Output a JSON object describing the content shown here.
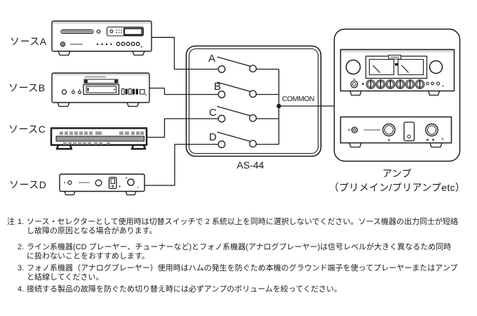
{
  "page": {
    "background": "#ffffff",
    "ink": "#1b1b1b",
    "gray_fill": "#9a9a9a"
  },
  "sources": {
    "a": {
      "label": "ソースA",
      "device": "cd-player"
    },
    "b": {
      "label": "ソースB",
      "device": "md-deck"
    },
    "c": {
      "label": "ソースC",
      "device": "tuner"
    },
    "d": {
      "label": "ソースD",
      "device": "phono-eq"
    }
  },
  "selector": {
    "model": "AS-44",
    "common_label": "COMMON",
    "switches": [
      "A",
      "B",
      "C",
      "D"
    ]
  },
  "amplifier": {
    "label": "アンプ",
    "sublabel": "（プリメイン/プリアンプetc）"
  },
  "notes": {
    "mark": "注",
    "items": [
      {
        "num": "1.",
        "lines": [
          "ソース・セレクターとして使用時は切替スイッチで 2 系統以上を同時に選択しないでください。ソース機器の出力同士が短絡",
          "し故障の原因となる場合があります。"
        ]
      },
      {
        "num": "2.",
        "lines": [
          "ライン系機器(CD プレーヤー、チューナーなど)とフォノ系機器(アナログプレーヤー)は信号レベルが大きく異なるため同時",
          "に扱わないことをおすすめします。"
        ]
      },
      {
        "num": "3.",
        "lines": [
          "フォノ系機器（アナログプレーヤー）使用時はハムの発生を防ぐため本機のグラウンド端子を使ってプレーヤーまたはアンプ",
          "と結線してください。"
        ]
      },
      {
        "num": "4.",
        "lines": [
          "接続する製品の故障を防ぐため切り替え時には必ずアンプのボリュームを絞ってください。"
        ]
      }
    ]
  }
}
